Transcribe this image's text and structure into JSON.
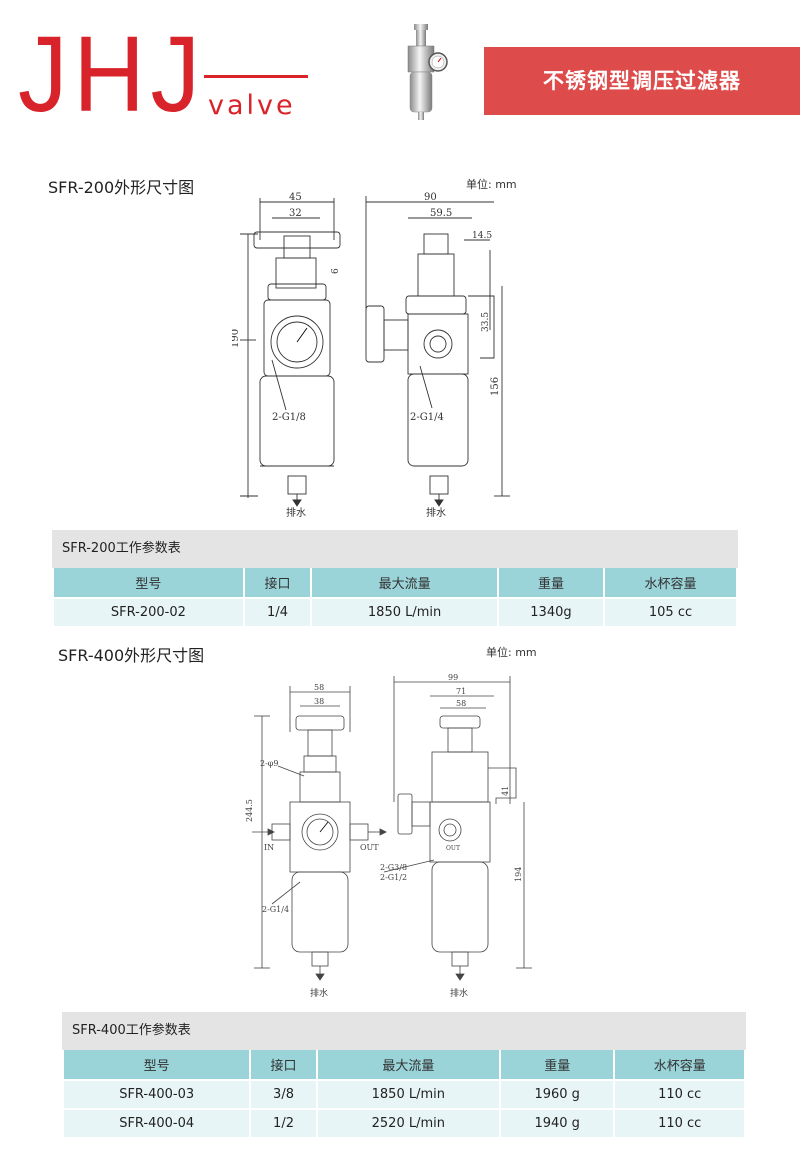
{
  "header": {
    "logo_letters": "JHJ",
    "logo_sub": "valve",
    "banner_title": "不锈钢型调压过滤器"
  },
  "sfr200": {
    "drawing_title": "SFR-200外形尺寸图",
    "unit": "单位: mm",
    "dims": {
      "w45": "45",
      "w32": "32",
      "h190": "190",
      "d6": "6",
      "port_front": "2-G1/8",
      "w90": "90",
      "w59": "59.5",
      "w14": "14.5",
      "h33": "33.5",
      "h156": "156",
      "port_side": "2-G1/4",
      "drain": "排水"
    },
    "table_title": "SFR-200工作参数表",
    "headers": [
      "型号",
      "接口",
      "最大流量",
      "重量",
      "水杯容量"
    ],
    "rows": [
      [
        "SFR-200-02",
        "1/4",
        "1850 L/min",
        "1340g",
        "105 cc"
      ]
    ]
  },
  "sfr400": {
    "drawing_title": "SFR-400外形尺寸图",
    "unit": "单位: mm",
    "dims": {
      "w58": "58",
      "w38": "38",
      "h244": "244.5",
      "port_a": "2-φ9",
      "in": "IN",
      "out": "OUT",
      "port_front": "2-G1/4",
      "w99": "99",
      "w71": "71",
      "w58s": "58",
      "h41": "41",
      "h194": "194",
      "port_side1": "2-G3/8",
      "port_side2": "2-G1/2",
      "out_small": "OUT",
      "drain": "排水"
    },
    "table_title": "SFR-400工作参数表",
    "headers": [
      "型号",
      "接口",
      "最大流量",
      "重量",
      "水杯容量"
    ],
    "rows": [
      [
        "SFR-400-03",
        "3/8",
        "1850 L/min",
        "1960 g",
        "110 cc"
      ],
      [
        "SFR-400-04",
        "1/2",
        "2520 L/min",
        "1940 g",
        "110 cc"
      ]
    ]
  }
}
